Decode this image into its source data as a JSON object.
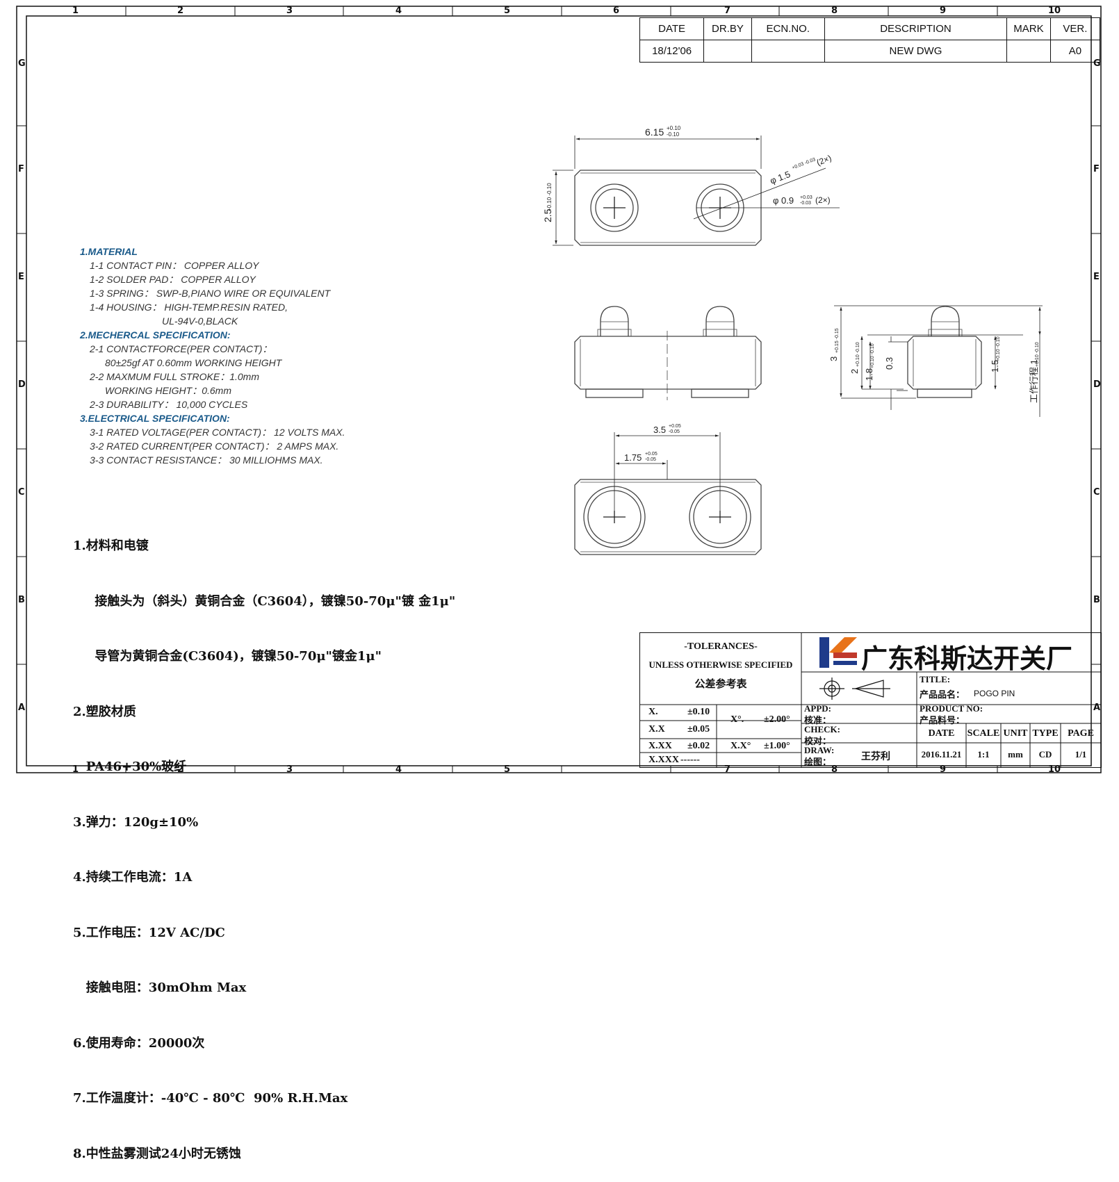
{
  "zones": {
    "cols": [
      "1",
      "2",
      "3",
      "4",
      "5",
      "6",
      "7",
      "8",
      "9",
      "10"
    ],
    "rows": [
      "G",
      "F",
      "E",
      "D",
      "C",
      "B",
      "A"
    ]
  },
  "revision": {
    "headers": [
      "DATE",
      "DR.BY",
      "ECN.NO.",
      "DESCRIPTION",
      "MARK",
      "VER."
    ],
    "row": [
      "18/12'06",
      "",
      "",
      "NEW  DWG",
      "",
      "A0"
    ]
  },
  "spec_en": {
    "h1": "1.MATERIAL",
    "l1_1": "1-1 CONTACT PIN： COPPER ALLOY",
    "l1_2": "1-2 SOLDER PAD： COPPER ALLOY",
    "l1_3": "1-3 SPRING： SWP-B,PIANO WIRE OR EQUIVALENT",
    "l1_4": "1-4 HOUSING：  HIGH-TEMP.RESIN RATED,",
    "l1_4b": "UL-94V-0,BLACK",
    "h2": "2.MECHERCAL SPECIFICATION:",
    "l2_1": "2-1 CONTACTFORCE(PER CONTACT)：",
    "l2_1b": "80±25gf AT 0.60mm WORKING HEIGHT",
    "l2_2": "2-2 MAXMUM FULL STROKE：1.0mm",
    "l2_2b": "WORKING HEIGHT：0.6mm",
    "l2_3": "2-3 DURABILITY： 10,000 CYCLES",
    "h3": "3.ELECTRICAL SPECIFICATION:",
    "l3_1": "3-1 RATED VOLTAGE(PER CONTACT)： 12 VOLTS MAX.",
    "l3_2": "3-2 RATED CURRENT(PER CONTACT)： 2 AMPS MAX.",
    "l3_3": "3-3 CONTACT RESISTANCE： 30 MILLIOHMS MAX."
  },
  "spec_cn": [
    "1.材料和电镀",
    "     接触头为（斜头）黄铜合金（C3604），镀镍50-70μ\"镀 金1μ\"",
    "     导管为黄铜合金(C3604)，镀镍50-70μ\"镀金1μ\"",
    "2.塑胶材质",
    "   PA46+30%玻纤",
    "3.弹力：120g±10%",
    "4.持续工作电流：1A",
    "5.工作电压：12V AC/DC",
    "   接触电阻：30mOhm Max",
    "6.使用寿命：20000次",
    "7.工作温度计：-40℃ - 80℃  90% R.H.Max",
    "8.中性盐雾测试24小时无锈蚀"
  ],
  "dims": {
    "w_top": "6.15",
    "w_top_tol_up": "+0.10",
    "w_top_tol_dn": "-0.10",
    "h_top": "2.5",
    "h_top_tol": "+0.10 -0.10",
    "d_outer": "φ 1.5",
    "d_outer_tol": "+0.03 -0.03",
    "d_outer_qty": "(2×)",
    "d_inner": "φ 0.9",
    "d_inner_tol_up": "+0.03",
    "d_inner_tol_dn": "-0.03",
    "d_inner_qty": "(2×)",
    "pitch": "3.5",
    "pitch_tol_up": "+0.05",
    "pitch_tol_dn": "-0.05",
    "half": "1.75",
    "half_tol_up": "+0.05",
    "half_tol_dn": "-0.05",
    "side_total": "3",
    "side_total_tol": "+0.15 -0.15",
    "side_2": "2",
    "side_2_tol": "+0.10 -0.10",
    "side_18": "1.8",
    "side_18_tol": "+0.10 -0.10",
    "side_03": "0.3",
    "side_15": "1.5",
    "side_15_tol": "+0.10 -0.10",
    "stroke": "工作行程 1",
    "stroke_tol": "+0.10 -0.10"
  },
  "tolerances": {
    "title": "-TOLERANCES-",
    "subtitle": "UNLESS OTHERWISE SPECIFIED",
    "cn": "公差参考表",
    "rows": [
      {
        "k": "X.",
        "v": "±0.10"
      },
      {
        "k": "X.X",
        "v": "±0.05"
      },
      {
        "k": "X.XX",
        "v": "±0.02"
      },
      {
        "k": "X.XXX",
        "v": "------"
      }
    ],
    "ang": [
      {
        "k": "X°.",
        "v": "±2.00°"
      },
      {
        "k": "X.X°",
        "v": "±1.00°"
      }
    ]
  },
  "titleblock": {
    "company": "广东科斯达开关厂",
    "title_label": "TITLE:",
    "product_name_label": "产品品名：",
    "product_name": "POGO  PIN",
    "appd": "APPD:",
    "appd_cn": "核准：",
    "check": "CHECK:",
    "check_cn": "校对：",
    "draw": "DRAW:",
    "draw_cn": "绘图：",
    "drawer": "王芬利",
    "product_no": "PRODUCT NO:",
    "product_no_cn": "产品料号：",
    "heads": [
      "DATE",
      "SCALE",
      "UNIT",
      "TYPE",
      "PAGE"
    ],
    "vals": [
      "2016.11.21",
      "1:1",
      "mm",
      "CD",
      "1/1"
    ],
    "brand_color": "#1f3b8a",
    "accent_color": "#e8731a",
    "text_color": "#c0392b"
  }
}
